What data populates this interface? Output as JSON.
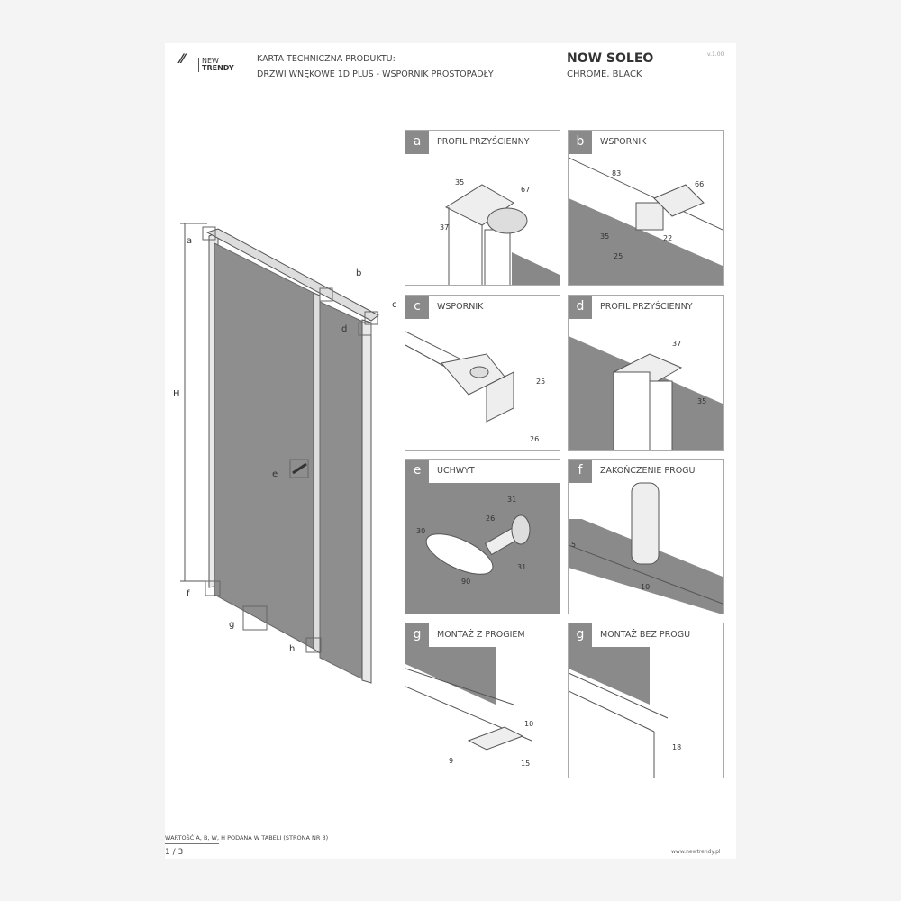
{
  "header": {
    "logo_text": [
      "NEW",
      "TRENDY"
    ],
    "doc_type": "KARTA TECHNICZNA PRODUKTU:",
    "doc_subject": "DRZWI WNĘKOWE 1D PLUS - WSPORNIK PROSTOPADŁY",
    "product_name": "NOW SOLEO",
    "variants": "CHROME, BLACK",
    "version": "v.1.00"
  },
  "drawing": {
    "height_label": "H",
    "callouts": [
      "a",
      "b",
      "c",
      "d",
      "e",
      "f",
      "g",
      "h"
    ]
  },
  "panels": [
    {
      "letter": "a",
      "title": "PROFIL PRZYŚCIENNY",
      "dims": [
        "35",
        "67",
        "37"
      ]
    },
    {
      "letter": "b",
      "title": "WSPORNIK",
      "dims": [
        "83",
        "66",
        "35",
        "22",
        "25"
      ]
    },
    {
      "letter": "c",
      "title": "WSPORNIK",
      "dims": [
        "25",
        "26"
      ]
    },
    {
      "letter": "d",
      "title": "PROFIL PRZYŚCIENNY",
      "dims": [
        "37",
        "35"
      ]
    },
    {
      "letter": "e",
      "title": "UCHWYT",
      "dims": [
        "31",
        "26",
        "30",
        "90",
        "31"
      ]
    },
    {
      "letter": "f",
      "title": "ZAKOŃCZENIE PROGU",
      "dims": [
        "5",
        "10"
      ]
    },
    {
      "letter": "g",
      "title": "MONTAŻ Z PROGIEM",
      "dims": [
        "10",
        "9",
        "15"
      ]
    },
    {
      "letter": "g",
      "title": "MONTAŻ BEZ PROGU",
      "dims": [
        "18"
      ]
    }
  ],
  "footer": {
    "note": "WARTOŚĆ A, B, W, H PODANA W TABELI (STRONA NR 3)",
    "page": "1 / 3",
    "url": "www.newtrendy.pl"
  }
}
